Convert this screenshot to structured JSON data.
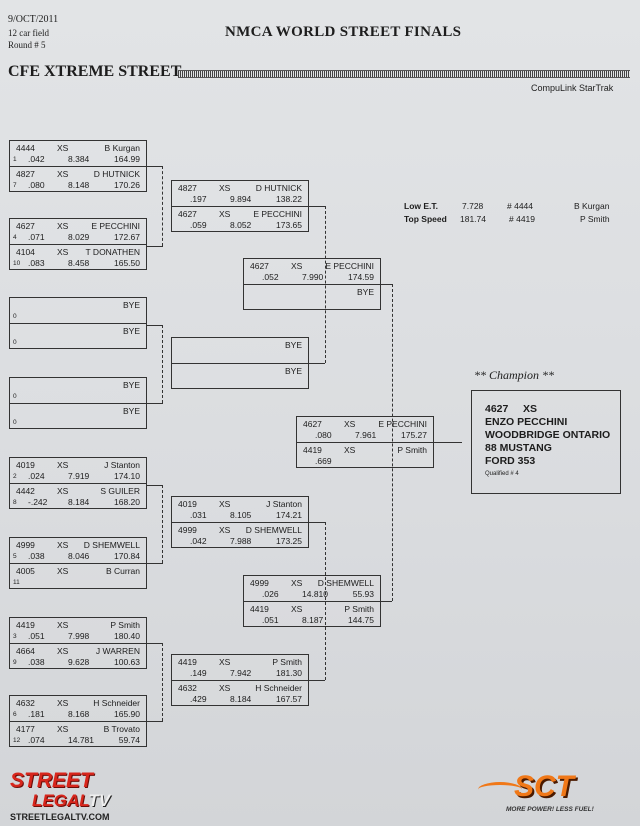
{
  "header": {
    "date": "9/OCT/2011",
    "field": "12 car field",
    "round": "Round # 5",
    "title": "NMCA WORLD STREET FINALS",
    "class_name": "CFE XTREME STREET",
    "vendor": "CompuLink StarTrak"
  },
  "stats": {
    "low_et": {
      "label": "Low   E.T.",
      "value": "7.728",
      "car": "# 4444",
      "driver": "B Kurgan"
    },
    "top_speed": {
      "label": "Top Speed",
      "value": "181.74",
      "car": "# 4419",
      "driver": "P Smith"
    }
  },
  "bracket": {
    "r1": [
      {
        "top": {
          "car": "4444",
          "cls": "XS",
          "name": "B Kurgan",
          "seed": "1",
          "rt": ".042",
          "et": "8.384",
          "mph": "164.99"
        },
        "bot": {
          "car": "4827",
          "cls": "XS",
          "name": "D HUTNICK",
          "seed": "7",
          "rt": ".080",
          "et": "8.148",
          "mph": "170.26"
        }
      },
      {
        "top": {
          "car": "4627",
          "cls": "XS",
          "name": "E PECCHINI",
          "seed": "4",
          "rt": ".071",
          "et": "8.029",
          "mph": "172.67"
        },
        "bot": {
          "car": "4104",
          "cls": "XS",
          "name": "T DONATHEN",
          "seed": "10",
          "rt": ".083",
          "et": "8.458",
          "mph": "165.50"
        }
      },
      {
        "top": {
          "car": "",
          "cls": "",
          "name": "BYE",
          "seed": "0",
          "rt": "",
          "et": "",
          "mph": ""
        },
        "bot": {
          "car": "",
          "cls": "",
          "name": "BYE",
          "seed": "0",
          "rt": "",
          "et": "",
          "mph": ""
        }
      },
      {
        "top": {
          "car": "",
          "cls": "",
          "name": "BYE",
          "seed": "0",
          "rt": "",
          "et": "",
          "mph": ""
        },
        "bot": {
          "car": "",
          "cls": "",
          "name": "BYE",
          "seed": "0",
          "rt": "",
          "et": "",
          "mph": ""
        }
      },
      {
        "top": {
          "car": "4019",
          "cls": "XS",
          "name": "J Stanton",
          "seed": "2",
          "rt": ".024",
          "et": "7.919",
          "mph": "174.10"
        },
        "bot": {
          "car": "4442",
          "cls": "XS",
          "name": "S GUILER",
          "seed": "8",
          "rt": "-.242",
          "et": "8.184",
          "mph": "168.20"
        }
      },
      {
        "top": {
          "car": "4999",
          "cls": "XS",
          "name": "D SHEMWELL",
          "seed": "5",
          "rt": ".038",
          "et": "8.046",
          "mph": "170.84"
        },
        "bot": {
          "car": "4005",
          "cls": "XS",
          "name": "B Curran",
          "seed": "11",
          "rt": "",
          "et": "",
          "mph": ""
        }
      },
      {
        "top": {
          "car": "4419",
          "cls": "XS",
          "name": "P Smith",
          "seed": "3",
          "rt": ".051",
          "et": "7.998",
          "mph": "180.40"
        },
        "bot": {
          "car": "4664",
          "cls": "XS",
          "name": "J WARREN",
          "seed": "9",
          "rt": ".038",
          "et": "9.628",
          "mph": "100.63"
        }
      },
      {
        "top": {
          "car": "4632",
          "cls": "XS",
          "name": "H Schneider",
          "seed": "6",
          "rt": ".181",
          "et": "8.168",
          "mph": "165.90"
        },
        "bot": {
          "car": "4177",
          "cls": "XS",
          "name": "B Trovato",
          "seed": "12",
          "rt": ".074",
          "et": "14.781",
          "mph": "59.74"
        }
      }
    ],
    "r2": [
      {
        "top": {
          "car": "4827",
          "cls": "XS",
          "name": "D HUTNICK",
          "seed": "",
          "rt": ".197",
          "et": "9.894",
          "mph": "138.22"
        },
        "bot": {
          "car": "4627",
          "cls": "XS",
          "name": "E PECCHINI",
          "seed": "",
          "rt": ".059",
          "et": "8.052",
          "mph": "173.65"
        }
      },
      {
        "top": {
          "car": "",
          "cls": "",
          "name": "BYE",
          "seed": "",
          "rt": "",
          "et": "",
          "mph": ""
        },
        "bot": {
          "car": "",
          "cls": "",
          "name": "BYE",
          "seed": "",
          "rt": "",
          "et": "",
          "mph": ""
        }
      },
      {
        "top": {
          "car": "4019",
          "cls": "XS",
          "name": "J Stanton",
          "seed": "",
          "rt": ".031",
          "et": "8.105",
          "mph": "174.21"
        },
        "bot": {
          "car": "4999",
          "cls": "XS",
          "name": "D SHEMWELL",
          "seed": "",
          "rt": ".042",
          "et": "7.988",
          "mph": "173.25"
        }
      },
      {
        "top": {
          "car": "4419",
          "cls": "XS",
          "name": "P Smith",
          "seed": "",
          "rt": ".149",
          "et": "7.942",
          "mph": "181.30"
        },
        "bot": {
          "car": "4632",
          "cls": "XS",
          "name": "H Schneider",
          "seed": "",
          "rt": ".429",
          "et": "8.184",
          "mph": "167.57"
        }
      }
    ],
    "r3": [
      {
        "top": {
          "car": "4627",
          "cls": "XS",
          "name": "E PECCHINI",
          "seed": "",
          "rt": ".052",
          "et": "7.990",
          "mph": "174.59"
        },
        "bot": {
          "car": "",
          "cls": "",
          "name": "BYE",
          "seed": "",
          "rt": "",
          "et": "",
          "mph": ""
        }
      },
      {
        "top": {
          "car": "4999",
          "cls": "XS",
          "name": "D SHEMWELL",
          "seed": "",
          "rt": ".026",
          "et": "14.810",
          "mph": "55.93"
        },
        "bot": {
          "car": "4419",
          "cls": "XS",
          "name": "P Smith",
          "seed": "",
          "rt": ".051",
          "et": "8.187",
          "mph": "144.75"
        }
      }
    ],
    "r4": [
      {
        "top": {
          "car": "4627",
          "cls": "XS",
          "name": "E PECCHINI",
          "seed": "",
          "rt": ".080",
          "et": "7.961",
          "mph": "175.27"
        },
        "bot": {
          "car": "4419",
          "cls": "XS",
          "name": "P Smith",
          "seed": "",
          "rt": ".669",
          "et": "",
          "mph": ""
        }
      }
    ]
  },
  "champion": {
    "label": "** Champion **",
    "line1": "4627     XS",
    "line2": "ENZO PECCHINI",
    "line3": "WOODBRIDGE ONTARIO",
    "line4": "88 MUSTANG",
    "line5": "FORD 353",
    "qualified": "Qualified # 4"
  },
  "logos": {
    "left_main": "STREET",
    "left_accent": "LEGAL",
    "left_tv": "TV",
    "left_url": "STREETLEGALTV.COM",
    "right_main": "SCT",
    "right_tag": "MORE POWER! LESS FUEL!"
  },
  "colors": {
    "street_red": "#d8261c",
    "sct_orange": "#f07818",
    "ink": "#1d1d1d"
  }
}
